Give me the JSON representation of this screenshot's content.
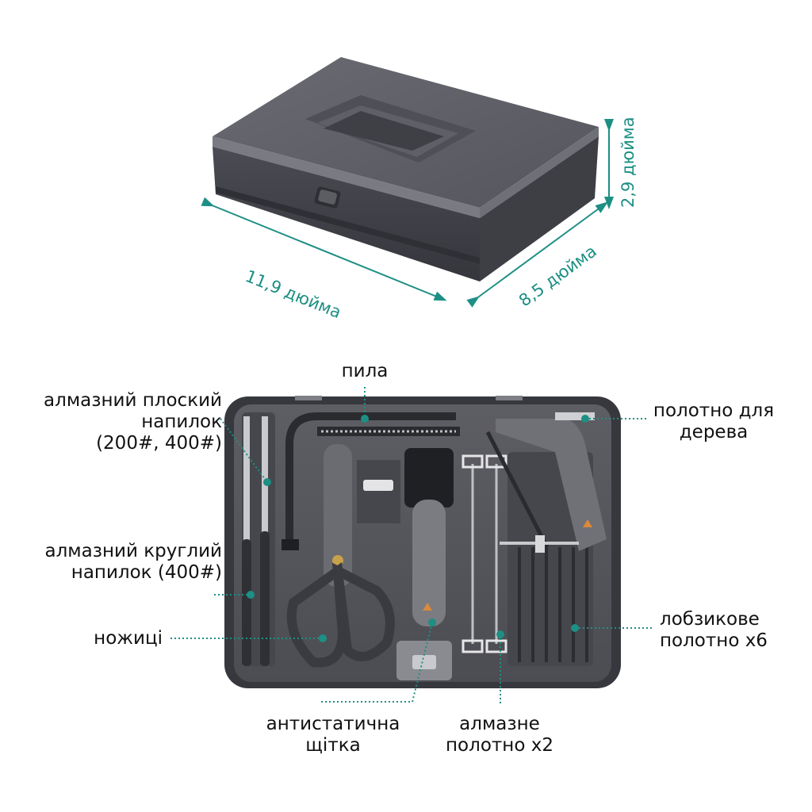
{
  "dimensions": {
    "length": "11,9 дюйма",
    "width": "8,5 дюйма",
    "height": "2,9 дюйма"
  },
  "labels": {
    "saw": "пила",
    "flat_file": [
      "алмазний плоский",
      "напилок",
      "(200#, 400#)"
    ],
    "round_file": [
      "алмазний круглий",
      "напилок (400#)"
    ],
    "scissors": "ножиці",
    "brush": [
      "антистатична",
      "щітка"
    ],
    "diamond_blade": [
      "алмазне",
      "полотно х2"
    ],
    "jigsaw_blade": [
      "лобзикове",
      "полотно х6"
    ],
    "wood_blade": [
      "полотно для",
      "дерева"
    ]
  },
  "colors": {
    "accent": "#1d8f84",
    "case_dark": "#4a4b52",
    "case_tray": "#5a5b60"
  }
}
